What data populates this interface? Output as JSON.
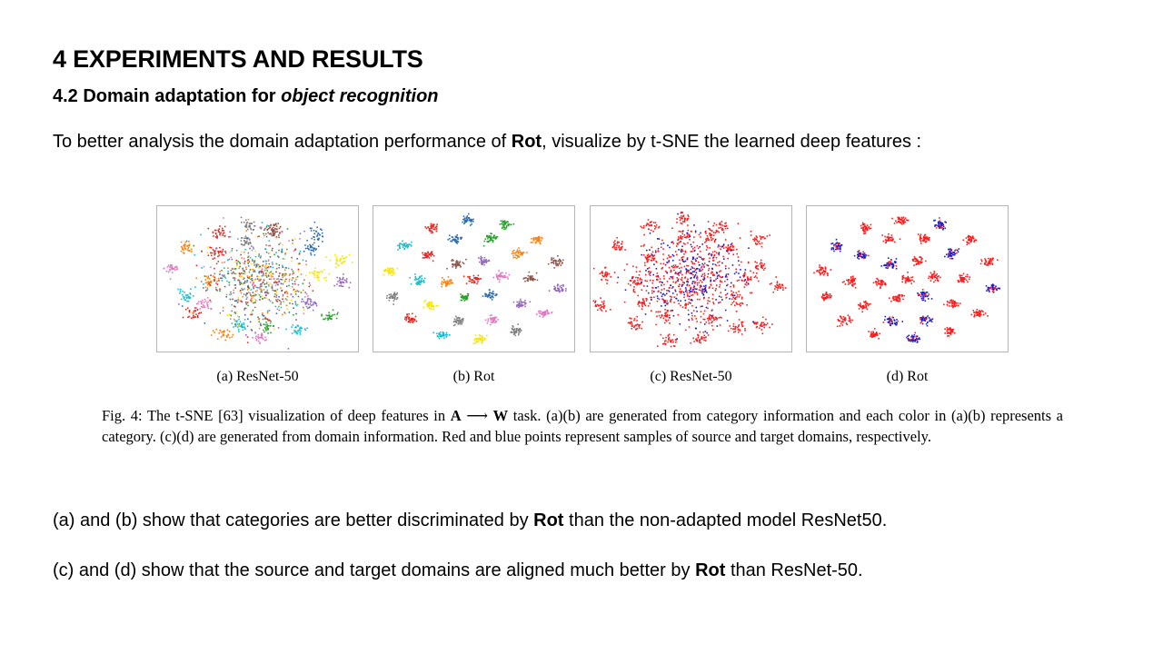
{
  "heading": "4 EXPERIMENTS AND RESULTS",
  "subheading": {
    "prefix": "4.2 Domain adaptation for ",
    "italic": "object recognition"
  },
  "intro": {
    "before": "To better analysis the domain adaptation performance of ",
    "bold": "Rot",
    "after": ", visualize by t-SNE the learned deep features :"
  },
  "figure": {
    "panels": [
      {
        "label": "(a) ResNet-50",
        "coloring": "category",
        "spread": "mixed"
      },
      {
        "label": "(b) Rot",
        "coloring": "category",
        "spread": "separated"
      },
      {
        "label": "(c) ResNet-50",
        "coloring": "domain",
        "spread": "mixed"
      },
      {
        "label": "(d) Rot",
        "coloring": "domain",
        "spread": "separated"
      }
    ],
    "caption": {
      "lead": "Fig. 4: The t-SNE [63] visualization of deep features in ",
      "task_a": "A",
      "arrow": "⟶",
      "task_w": "W",
      "rest": " task. (a)(b) are generated from category information and each color in (a)(b) represents a category. (c)(d) are generated from domain information. Red and blue points represent samples of source and target domains, respectively."
    },
    "category_colors": [
      "#e8231f",
      "#2b6cb0",
      "#2ca02c",
      "#ff7f0e",
      "#8c564b",
      "#9467bd",
      "#e377c2",
      "#7f7f7f",
      "#f5e50a",
      "#17becf"
    ],
    "domain_colors": {
      "source": "#ff1a1a",
      "target": "#1a1acc"
    }
  },
  "para1": {
    "before": "(a) and (b) show that categories are better discriminated by ",
    "bold": "Rot",
    "after": " than the non-adapted model ResNet50."
  },
  "para2": {
    "before": "(c) and (d) show that the source and target domains are aligned much better by ",
    "bold": "Rot",
    "after": " than ResNet-50."
  }
}
